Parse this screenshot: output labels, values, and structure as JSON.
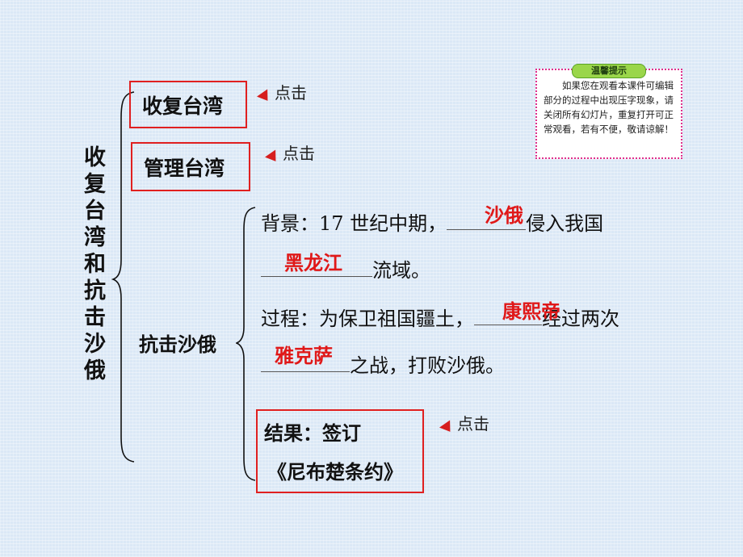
{
  "title": "收复台湾和抗击沙俄",
  "branches": {
    "recover": "收复台湾",
    "manage": "管理台湾",
    "resist": "抗击沙俄"
  },
  "click_label": "点击",
  "background": {
    "label": "背景：17 世纪中期，",
    "after_1": "侵入我国",
    "after_2": "流域。",
    "answer_1": "沙俄",
    "answer_2": "黑龙江"
  },
  "process": {
    "label": "过程：为保卫祖国疆土，",
    "after_1": "经过两次",
    "after_2": "之战，打败沙俄。",
    "answer_1": "康熙帝",
    "answer_2": "雅克萨"
  },
  "result": {
    "line1": "结果：签订",
    "line2": "《尼布楚条约》"
  },
  "tip": {
    "badge": "温馨提示",
    "text": "如果您在观看本课件可编辑部分的过程中出现压字现象，请关闭所有幻灯片，重复打开可正常观看，若有不便，敬请谅解！"
  },
  "colors": {
    "accent_red": "#e02020",
    "background": "#dbe8f6"
  }
}
